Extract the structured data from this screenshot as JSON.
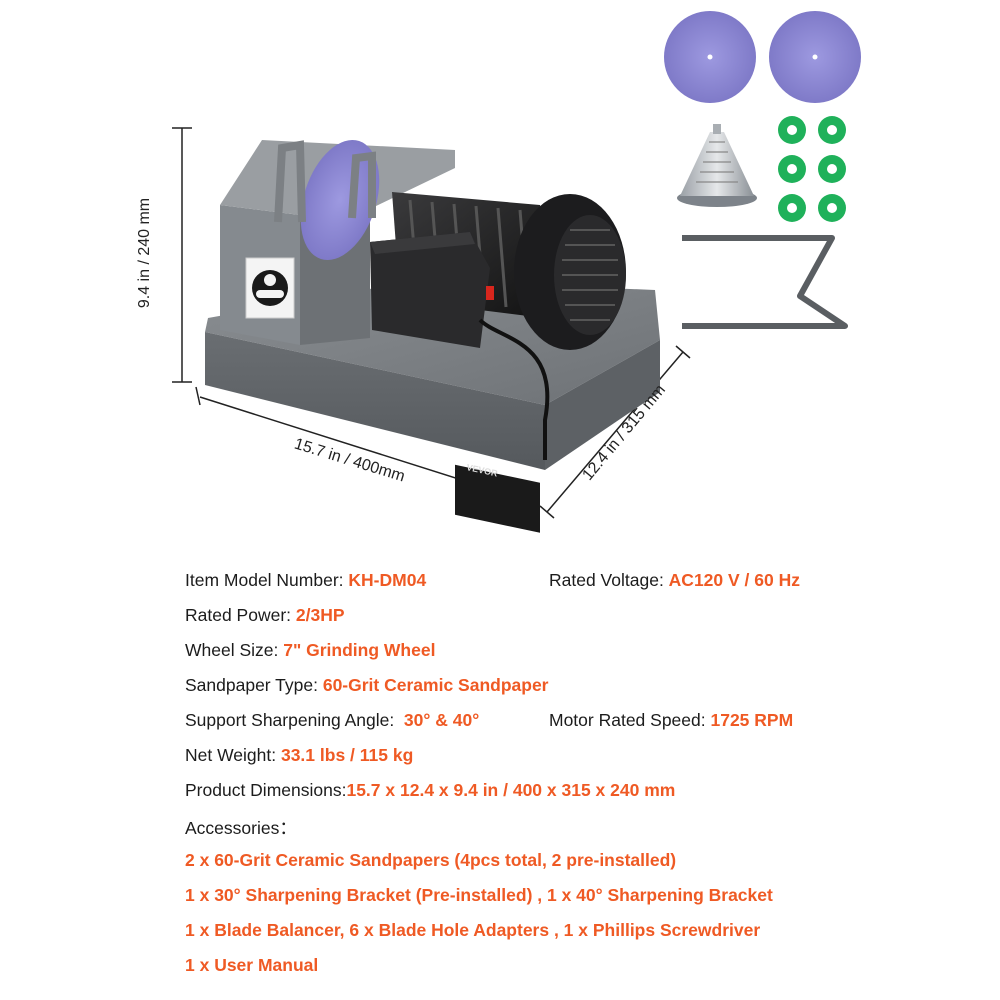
{
  "dimensions": {
    "height": "9.4 in / 240 mm",
    "width": "15.7 in / 400mm",
    "depth": "12.4 in / 315 mm"
  },
  "machine": {
    "brand_label": "VEVOR"
  },
  "specs": {
    "model": {
      "label": "Item Model Number: ",
      "value": "KH-DM04"
    },
    "voltage": {
      "label": "Rated Voltage: ",
      "value": "AC120 V / 60 Hz"
    },
    "power": {
      "label": "Rated Power: ",
      "value": "2/3HP"
    },
    "wheel": {
      "label": "Wheel Size: ",
      "value": "7\" Grinding Wheel"
    },
    "sandpaper": {
      "label": "Sandpaper Type: ",
      "value": "60-Grit Ceramic Sandpaper"
    },
    "angle": {
      "label": "Support Sharpening Angle:  ",
      "value": "30° & 40°"
    },
    "speed": {
      "label": "Motor Rated Speed: ",
      "value": "1725 RPM"
    },
    "weight": {
      "label": "Net Weight: ",
      "value": "33.1 lbs / 115 kg"
    },
    "product_dims": {
      "label": "Product Dimensions:",
      "value": "15.7 x 12.4 x 9.4 in / 400 x 315 x 240 mm"
    },
    "accessories_label": "Accessories："
  },
  "accessories": [
    "2 x 60-Grit Ceramic Sandpapers (4pcs total, 2 pre-installed)",
    "1 x 30° Sharpening Bracket (Pre-installed) , 1 x 40° Sharpening Bracket",
    "1 x Blade Balancer, 6 x Blade Hole Adapters , 1 x Phillips Screwdriver",
    "1 x User Manual"
  ],
  "colors": {
    "accent": "#ef5a24",
    "text": "#1c1c1c",
    "body_gray": "#6f7377",
    "sanding_disc": "#8f8bd6",
    "adapter_green": "#1fb15a"
  },
  "icons": [
    "safety-goggles-icon",
    "power-switch-icon"
  ]
}
